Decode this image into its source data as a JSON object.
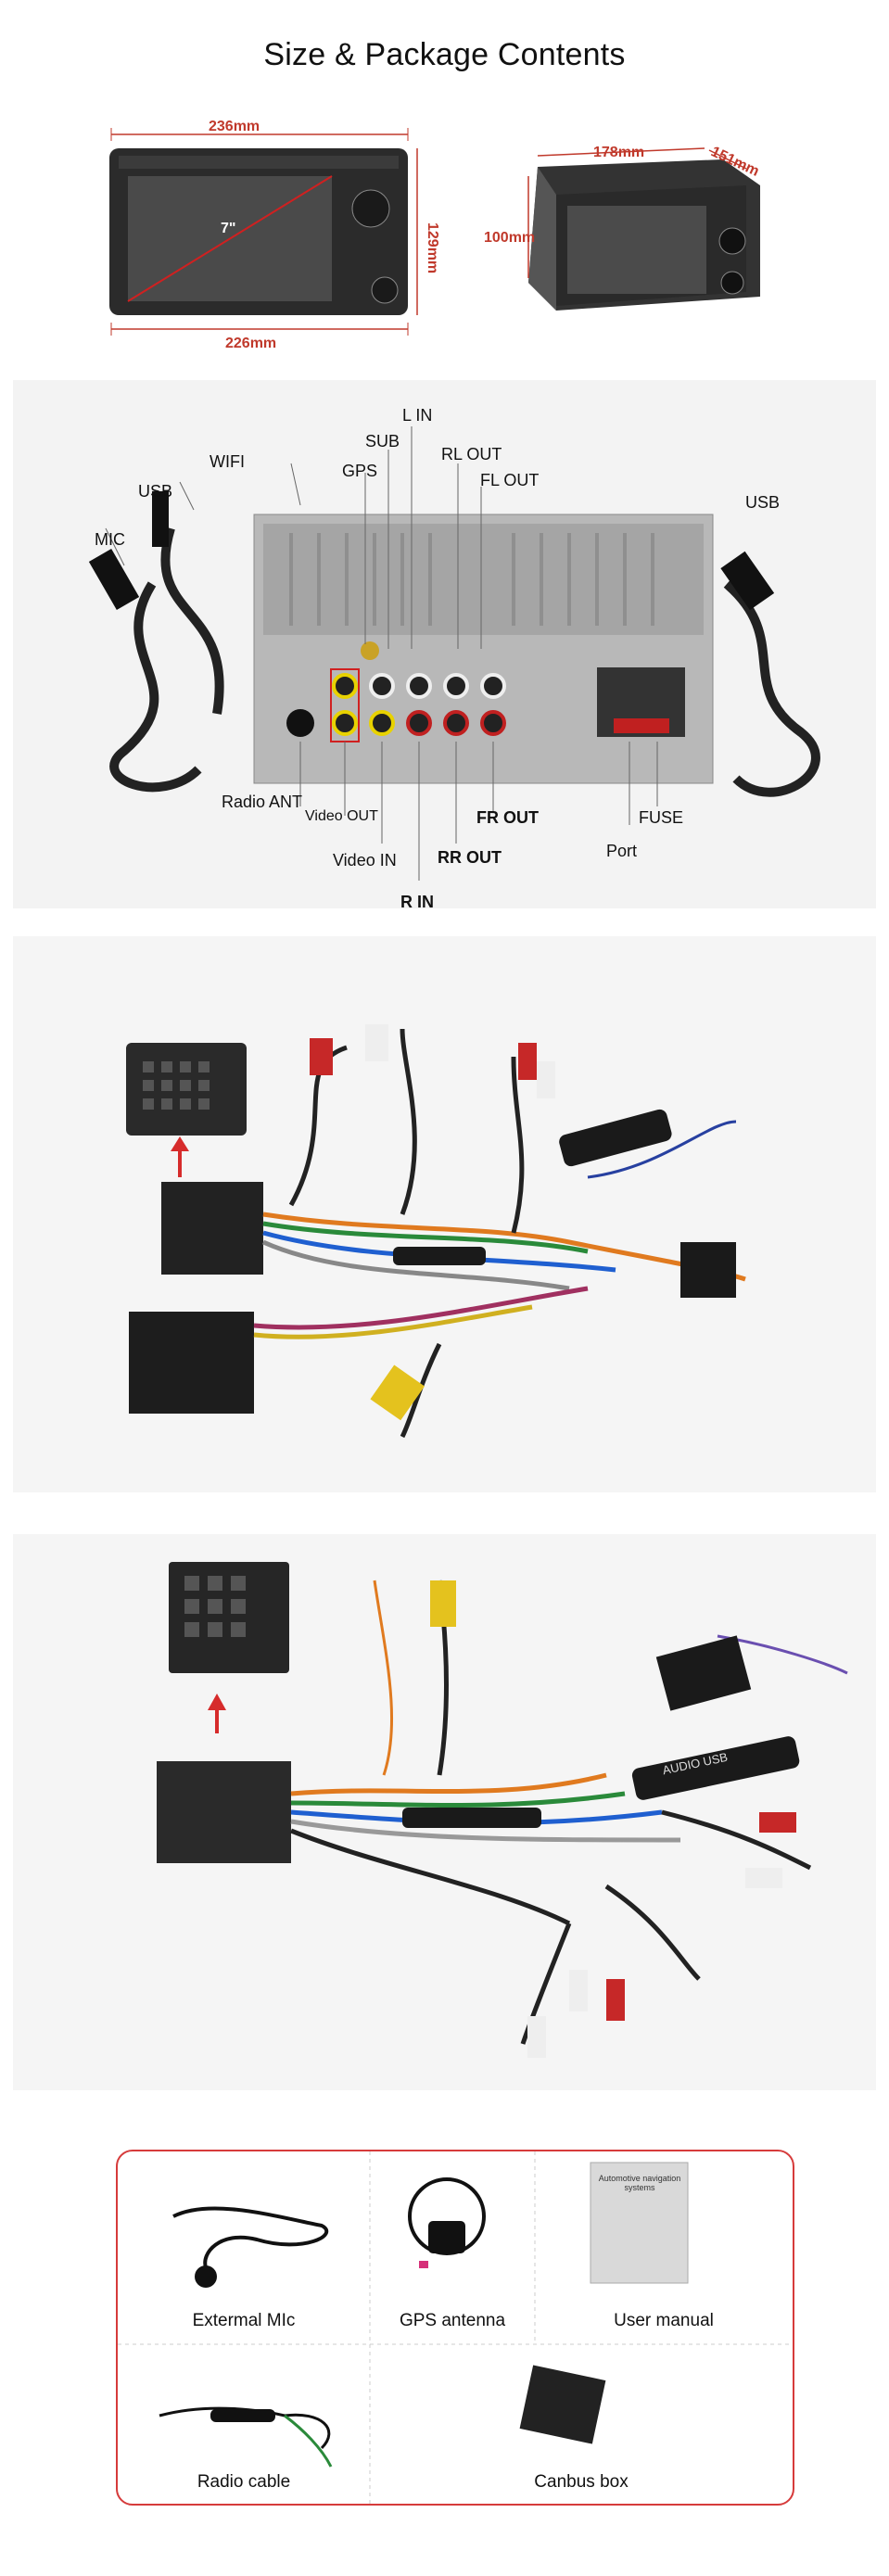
{
  "header": {
    "title": "Size & Package Contents"
  },
  "dimensions": {
    "width_top": "236mm",
    "width_bottom": "226mm",
    "height_right": "129mm",
    "screen": "7\"",
    "depth_width": "178mm",
    "depth": "151mm",
    "height_side": "100mm"
  },
  "connectors": {
    "l_in": "L IN",
    "sub": "SUB",
    "rl_out": "RL OUT",
    "gps": "GPS",
    "fl_out": "FL OUT",
    "wifi": "WIFI",
    "usb_left": "USB",
    "usb_right": "USB",
    "mic": "MIC",
    "radio_ant": "Radio ANT",
    "video_out": "Video OUT",
    "video_in": "Video IN",
    "fr_out": "FR OUT",
    "fuse": "FUSE",
    "rr_out": "RR OUT",
    "port": "Port",
    "r_in": "R IN"
  },
  "harness_1": {
    "fuse_text": ""
  },
  "harness_2": {
    "module_text": "AUDIO USB"
  },
  "package": {
    "items": [
      {
        "label": "Extermal MIc"
      },
      {
        "label": "GPS antenna"
      },
      {
        "label": "User manual"
      },
      {
        "label": "Radio cable"
      },
      {
        "label": "Canbus box"
      }
    ],
    "manual_title": "Automotive navigation systems"
  },
  "colors": {
    "dimension_red": "#c0392b",
    "border_red": "#d63b3b",
    "arrow_red": "#d62b2b"
  }
}
